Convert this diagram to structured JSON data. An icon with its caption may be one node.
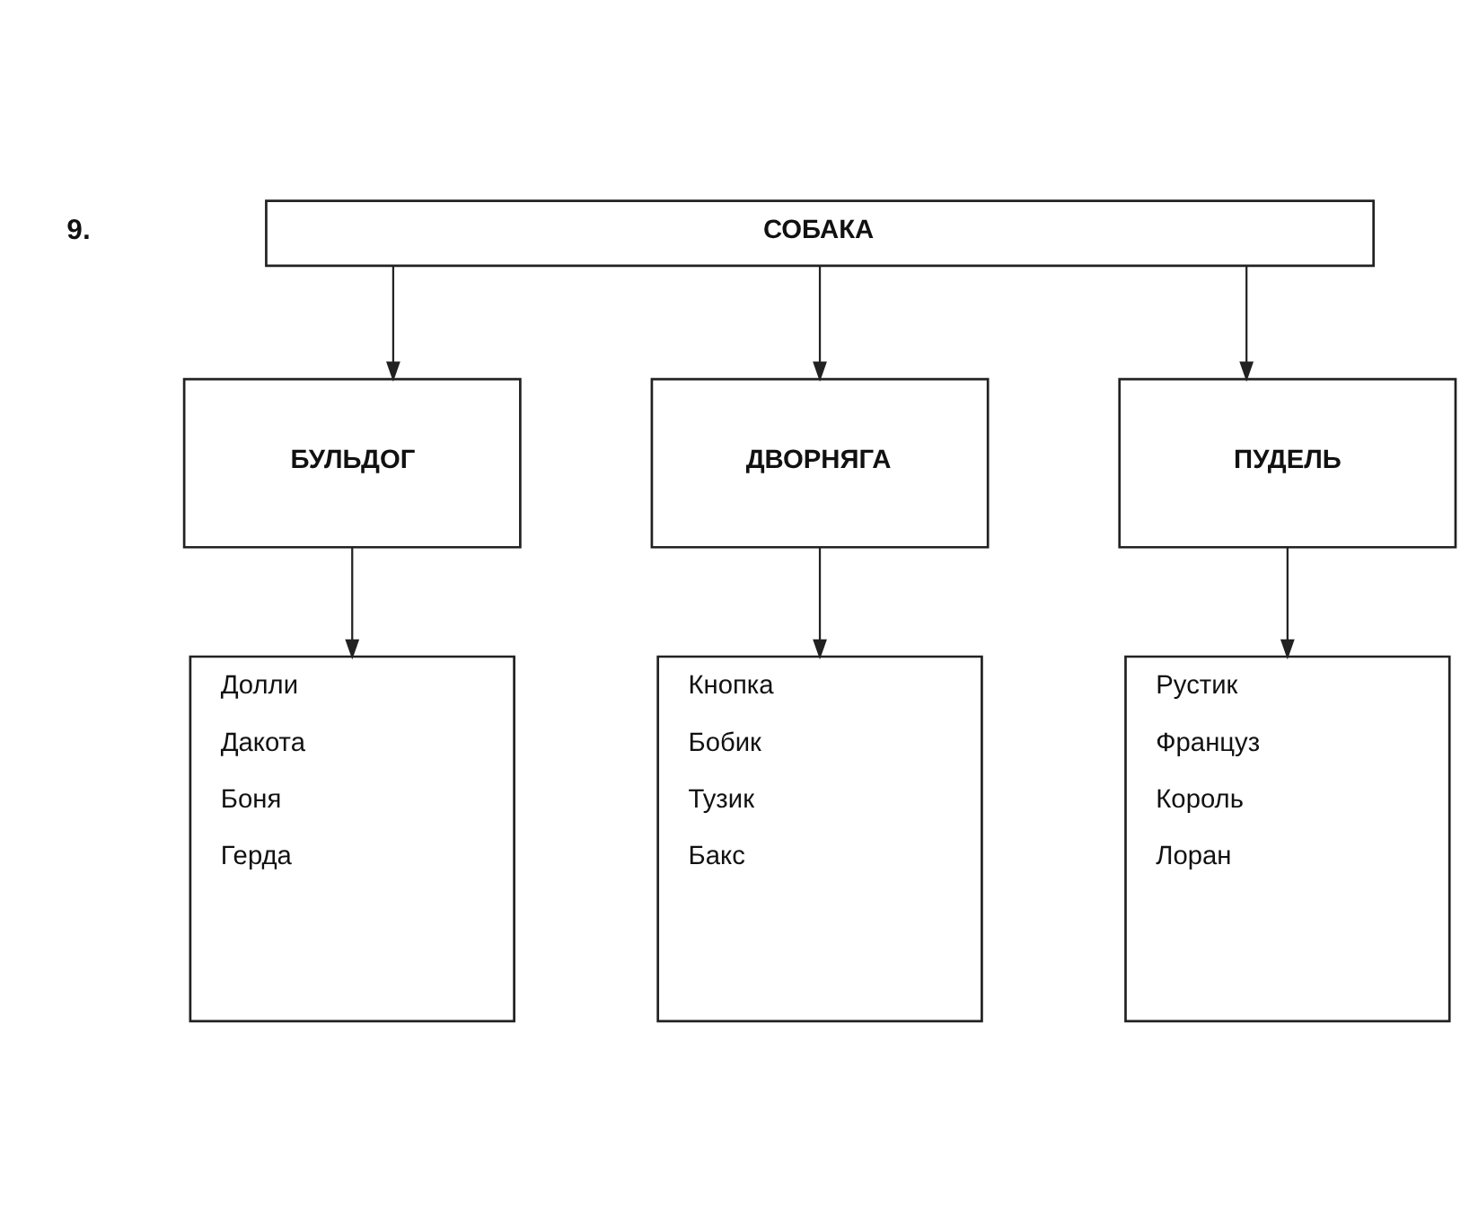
{
  "diagram": {
    "nodes": [
      {
        "text": [
          "СОБАКА"
        ]
      },
      {
        "text": [
          "БУЛЬДОГ"
        ]
      },
      {
        "text": [
          "ДВОРНЯГА"
        ]
      },
      {
        "text": [
          "ПУДЕЛЬ"
        ]
      },
      {
        "text": [
          "Долли",
          "Дакота",
          "Боня",
          "Герда"
        ]
      },
      {
        "text": [
          "Кнопка",
          "Бобик",
          "Тузик",
          "Бакс"
        ]
      },
      {
        "text": [
          "Рустик",
          "Француз",
          "Король",
          "Лоран"
        ]
      }
    ],
    "edges": [
      {
        "from": 0,
        "to": 1,
        "arrow": "to"
      },
      {
        "from": 0,
        "to": 2,
        "arrow": "to"
      },
      {
        "from": 0,
        "to": 3,
        "arrow": "to"
      },
      {
        "from": 1,
        "to": 4,
        "arrow": "to"
      },
      {
        "from": 2,
        "to": 5,
        "arrow": "to"
      },
      {
        "from": 3,
        "to": 6,
        "arrow": "to"
      }
    ],
    "labels": [
      "9."
    ]
  }
}
